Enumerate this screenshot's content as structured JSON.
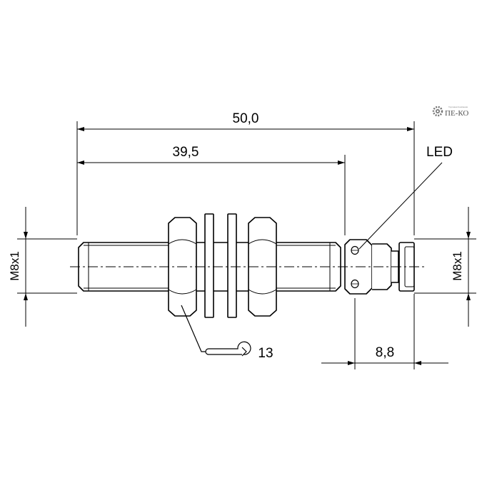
{
  "drawing": {
    "dim_overall": "50,0",
    "dim_thread_length": "39,5",
    "dim_connector": "8,8",
    "led_label": "LED",
    "thread_left": "M8x1",
    "thread_right": "M8x1",
    "wrench_size": "13"
  },
  "logo": {
    "text": "ПЕ-КО",
    "tagline": "Торговая Компания",
    "icon": "gear-icon",
    "color": "#666666"
  }
}
